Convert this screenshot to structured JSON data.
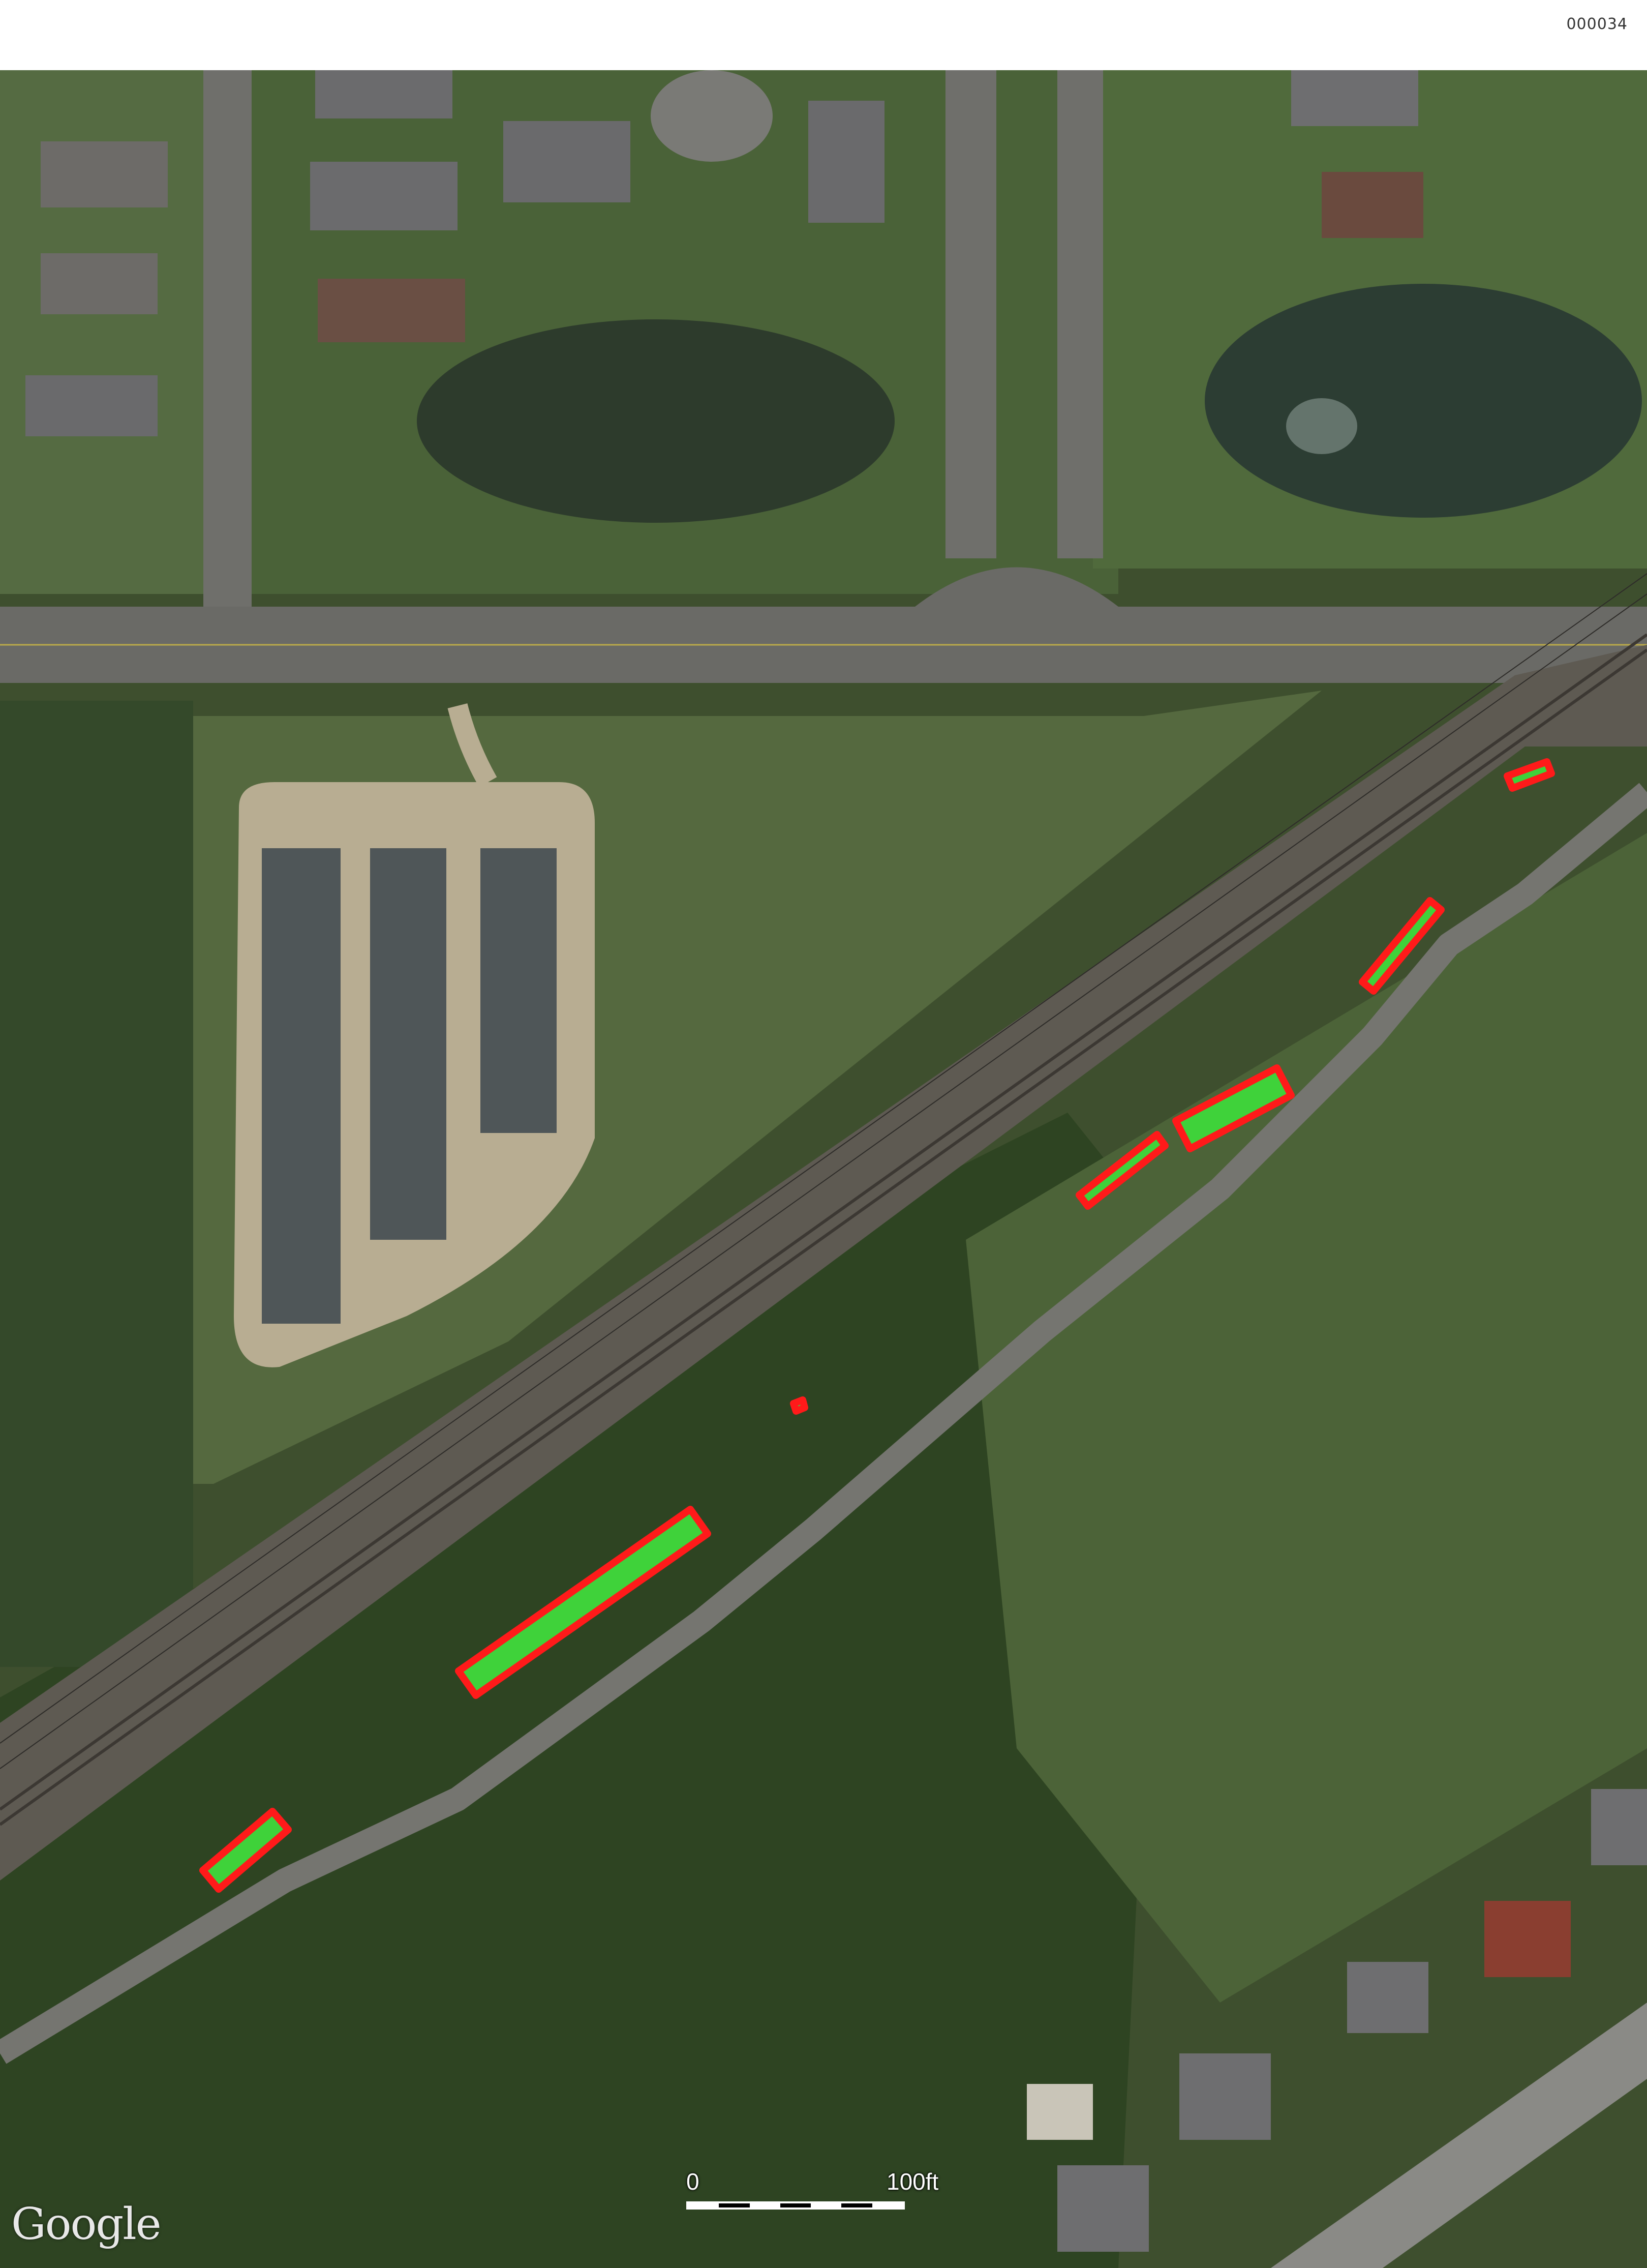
{
  "page": {
    "id_label": "000034"
  },
  "map": {
    "attribution": "Google",
    "scale": {
      "zero_label": "0",
      "max_label": "100ft"
    },
    "highlight_colors": {
      "fill": "#3fd23a",
      "outline": "#ff1a1a"
    },
    "highlighted_segments": [
      {
        "name": "segment-1"
      },
      {
        "name": "segment-2"
      },
      {
        "name": "segment-3"
      },
      {
        "name": "segment-4"
      },
      {
        "name": "segment-5"
      },
      {
        "name": "segment-6"
      },
      {
        "name": "segment-7"
      }
    ]
  }
}
